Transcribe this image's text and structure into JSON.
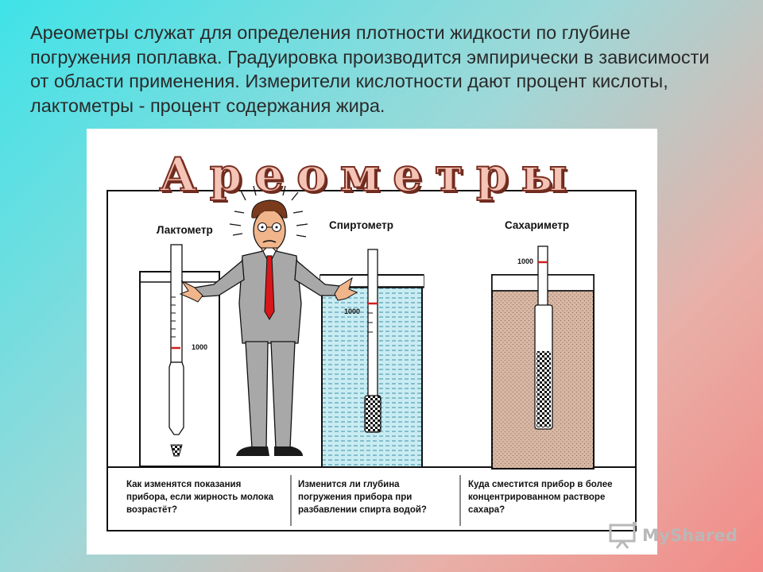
{
  "intro_text": "Ареометры служат для определения плотности жидкости по глубине погружения поплавка. Градуировка производится эмпирически в зависимости от области применения. Измерители кислотности дают процент кислоты, лактометры - процент содержания жира.",
  "figure": {
    "title": "Ареометры",
    "instruments": [
      {
        "label": "Лактометр",
        "scale": "1000"
      },
      {
        "label": "Спиртометр",
        "scale": "1000"
      },
      {
        "label": "Сахариметр",
        "scale": "1000"
      }
    ],
    "questions": [
      "Как изменятся показания прибора, если жирность молока возрастёт?",
      "Изменится ли глубина погружения прибора при разбавлении спирта водой?",
      "Куда сместится прибор в более концентрированном растворе сахара?"
    ]
  },
  "watermark": {
    "text": "MyShared"
  }
}
